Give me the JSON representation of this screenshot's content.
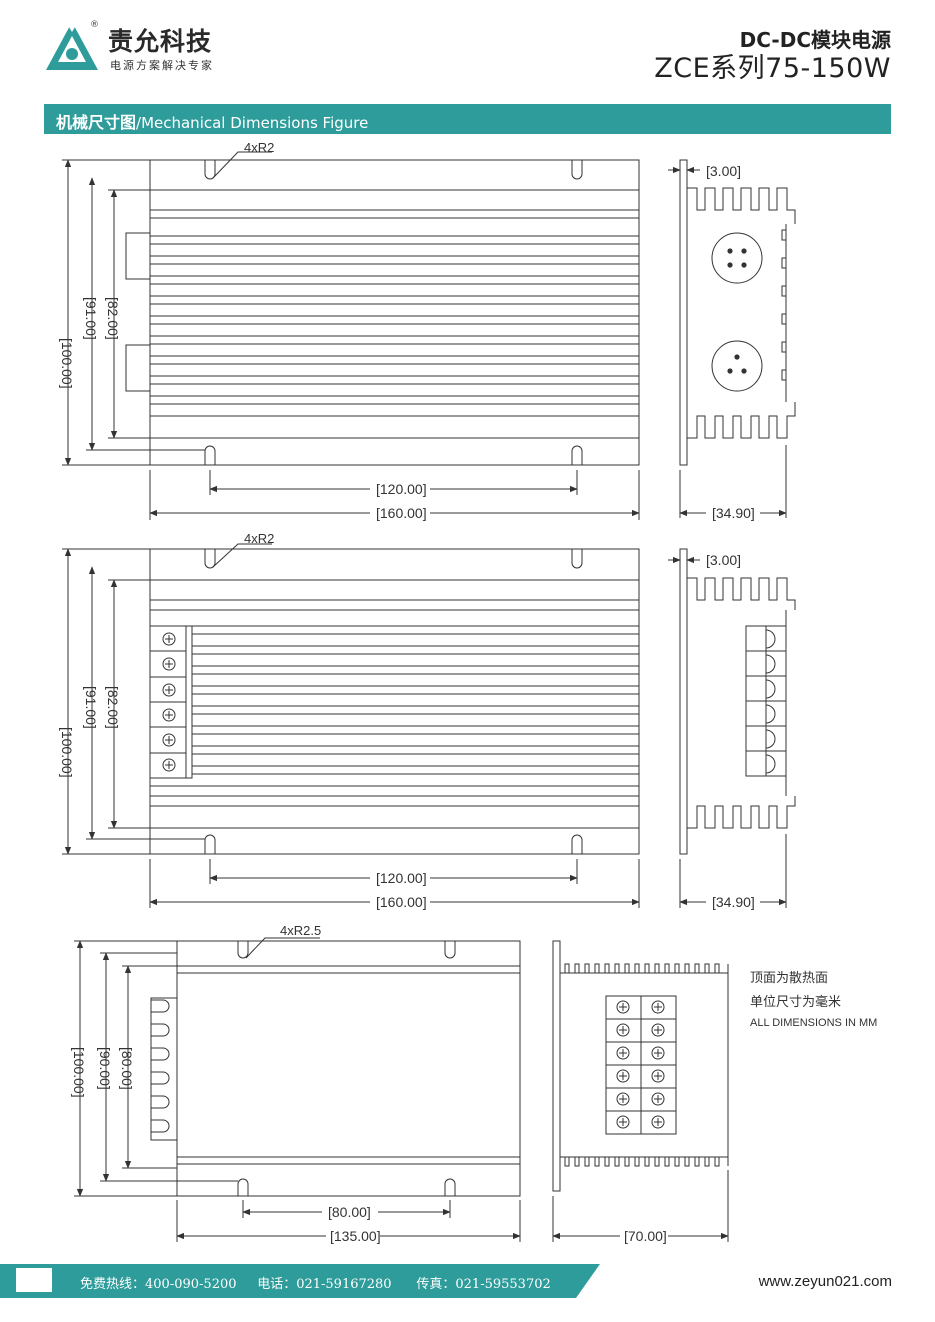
{
  "header": {
    "company_name": "责允科技",
    "registered_mark": "®",
    "slogan": "电源方案解决专家",
    "product_line1": "DC-DC模块电源",
    "product_line2": "ZCE系列75-150W"
  },
  "section": {
    "title_cn": "机械尺寸图",
    "title_en": "/Mechanical Dimensions Figure"
  },
  "drawing1": {
    "radius_label": "4xR2",
    "dim_thickness": "[3.00]",
    "dim_hole_pitch": "[120.00]",
    "dim_length": "[160.00]",
    "dim_depth": "[34.90]",
    "dim_width": "[100.00]",
    "dim_hole_span": "[91.00]",
    "dim_body": "[82.00]"
  },
  "drawing2": {
    "radius_label": "4xR2",
    "dim_thickness": "[3.00]",
    "dim_hole_pitch": "[120.00]",
    "dim_length": "[160.00]",
    "dim_depth": "[34.90]",
    "dim_width": "[100.00]",
    "dim_hole_span": "[91.00]",
    "dim_body": "[82.00]"
  },
  "drawing3": {
    "radius_label": "4xR2.5",
    "dim_hole_pitch": "[80.00]",
    "dim_length": "[135.00]",
    "dim_depth": "[70.00]",
    "dim_width": "[100.00]",
    "dim_hole_span": "[90.00]",
    "dim_body": "[80.00]",
    "note_top": "顶面为散热面",
    "note_unit": "单位尺寸为毫米",
    "note_en": "ALL DIMENSIONS IN MM"
  },
  "footer": {
    "hotline_label": "免费热线：",
    "hotline": "400-090-5200",
    "phone_label": "电话：",
    "phone": "021-59167280",
    "fax_label": "传真：",
    "fax": "021-59553702",
    "website": "www.zeyun021.com"
  },
  "colors": {
    "accent": "#2e9c9a",
    "line": "#333333"
  }
}
